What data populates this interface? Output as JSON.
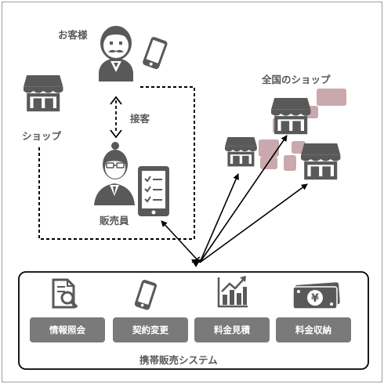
{
  "labels": {
    "customer": "お客様",
    "shop": "ショップ",
    "customer_service": "接客",
    "sales_staff": "販売員",
    "nationwide_shops": "全国のショップ",
    "system": "携帯販売システム"
  },
  "functions": [
    "情報照会",
    "契約変更",
    "料金見積",
    "料金収納"
  ],
  "colors": {
    "icon": "#595959",
    "button": "#7a7a7a",
    "shop_cluster": "#c9a9ad",
    "frame": "#000000"
  },
  "icons": [
    "customer-icon",
    "smartphone-icon",
    "shop-icon",
    "sales-staff-icon",
    "tablet-checklist-icon",
    "document-search-icon",
    "smartphone-icon",
    "bar-chart-icon",
    "yen-banknote-icon"
  ]
}
